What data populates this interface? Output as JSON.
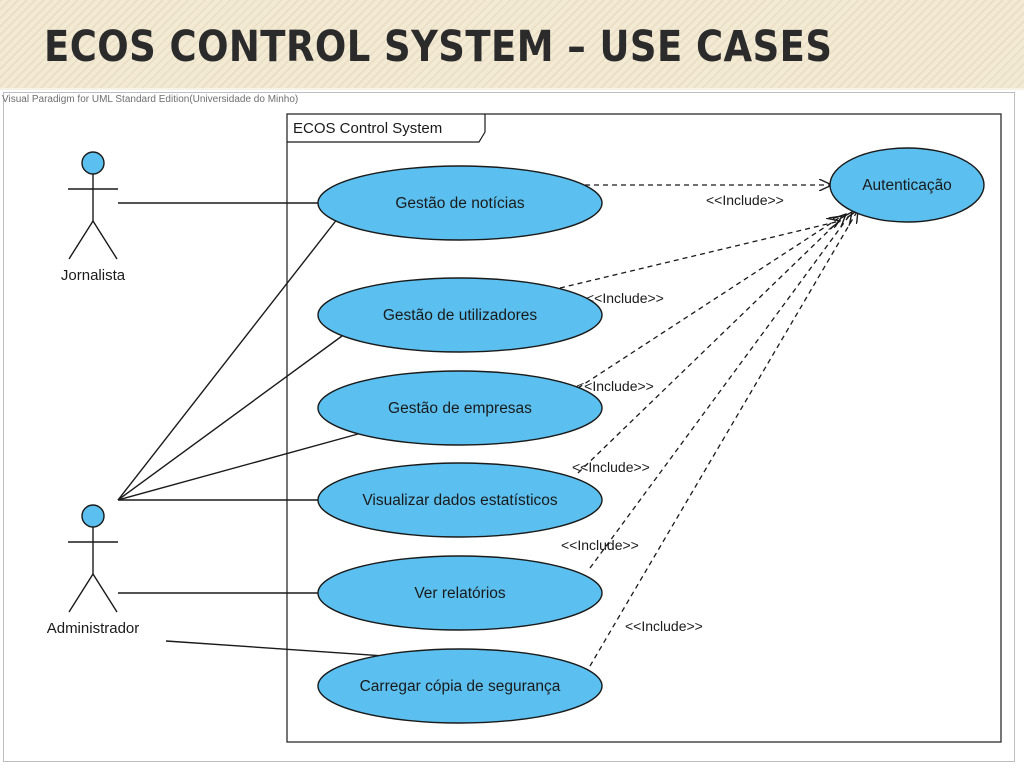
{
  "slide": {
    "title": "ECOS CONTROL SYSTEM – USE CASES"
  },
  "diagram": {
    "tool_caption": "Visual Paradigm for UML Standard Edition(Universidade do Minho)",
    "system_name": "ECOS Control System",
    "actors": [
      {
        "id": "jornalista",
        "label": "Jornalista"
      },
      {
        "id": "administrador",
        "label": "Administrador"
      }
    ],
    "use_cases": [
      {
        "id": "noticias",
        "label": "Gestão de notícias"
      },
      {
        "id": "utilizadores",
        "label": "Gestão de utilizadores"
      },
      {
        "id": "empresas",
        "label": "Gestão de empresas"
      },
      {
        "id": "estatisticos",
        "label": "Visualizar dados estatísticos"
      },
      {
        "id": "relatorios",
        "label": "Ver relatórios"
      },
      {
        "id": "seguranca",
        "label": "Carregar cópia de segurança"
      },
      {
        "id": "autenticacao",
        "label": "Autenticação"
      }
    ],
    "associations": [
      {
        "actor": "jornalista",
        "use_case": "noticias"
      },
      {
        "actor": "administrador",
        "use_case": "noticias"
      },
      {
        "actor": "administrador",
        "use_case": "utilizadores"
      },
      {
        "actor": "administrador",
        "use_case": "empresas"
      },
      {
        "actor": "administrador",
        "use_case": "estatisticos"
      },
      {
        "actor": "administrador",
        "use_case": "relatorios"
      },
      {
        "actor": "administrador",
        "use_case": "seguranca"
      }
    ],
    "includes": [
      {
        "from": "noticias",
        "to": "autenticacao",
        "label": "<<Include>>"
      },
      {
        "from": "utilizadores",
        "to": "autenticacao",
        "label": "<<Include>>"
      },
      {
        "from": "empresas",
        "to": "autenticacao",
        "label": "<<Include>>"
      },
      {
        "from": "estatisticos",
        "to": "autenticacao",
        "label": "<<Include>>"
      },
      {
        "from": "relatorios",
        "to": "autenticacao",
        "label": "<<Include>>"
      },
      {
        "from": "seguranca",
        "to": "autenticacao",
        "label": "<<Include>>"
      }
    ],
    "colors": {
      "use_case_fill": "#5bc0f0",
      "actor_head_fill": "#5bc0f0",
      "line": "#1a1a1a"
    }
  }
}
